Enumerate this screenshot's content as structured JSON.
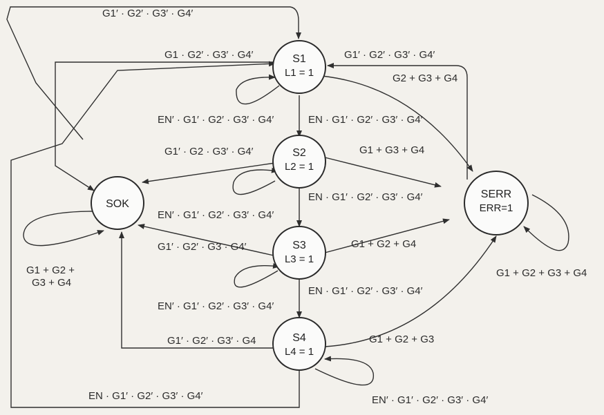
{
  "states": {
    "s1": {
      "name": "S1",
      "output": "L1 = 1"
    },
    "s2": {
      "name": "S2",
      "output": "L2 = 1"
    },
    "s3": {
      "name": "S3",
      "output": "L3 = 1"
    },
    "s4": {
      "name": "S4",
      "output": "L4 = 1"
    },
    "sok": {
      "name": "SOK",
      "output": ""
    },
    "serr": {
      "name": "SERR",
      "output": "ERR=1"
    }
  },
  "labels": {
    "sok_to_s1_top": "G1′ · G2′ · G3′ · G4′",
    "s1_to_sok": "G1 · G2′ · G3′ · G4′",
    "serr_to_s1": "G1′ · G2′ · G3′ · G4′",
    "s1_to_serr": "G2 + G3 + G4",
    "s1_self": "EN′ · G1′ · G2′ · G3′ · G4′",
    "s1_to_s2": "EN · G1′ · G2′ · G3′ · G4′",
    "s2_to_sok": "G1′ · G2 · G3′ · G4′",
    "s2_to_serr": "G1 + G3 + G4",
    "s2_self": "EN′ · G1′ · G2′ · G3′ · G4′",
    "s2_to_s3": "EN · G1′ · G2′ · G3′ · G4′",
    "s3_to_sok": "G1′ · G2′ · G3 · G4′",
    "s3_to_serr": "G1 + G2 + G4",
    "s3_to_s4": "EN · G1′ · G2′ · G3′ · G4′",
    "s3_self": "EN′ · G1′ · G2′ · G3′ · G4′",
    "s4_to_sok": "G1′ · G2′ · G3′ · G4",
    "s4_to_serr": "G1 + G2 + G3",
    "s4_to_s1_bottom": "EN · G1′ · G2′ · G3′ · G4′",
    "s4_self": "EN′ · G1′ · G2′ · G3′ · G4′",
    "sok_self_line1": "G1 + G2 +",
    "sok_self_line2": "G3 + G4",
    "serr_self": "G1 + G2 + G3 + G4"
  }
}
